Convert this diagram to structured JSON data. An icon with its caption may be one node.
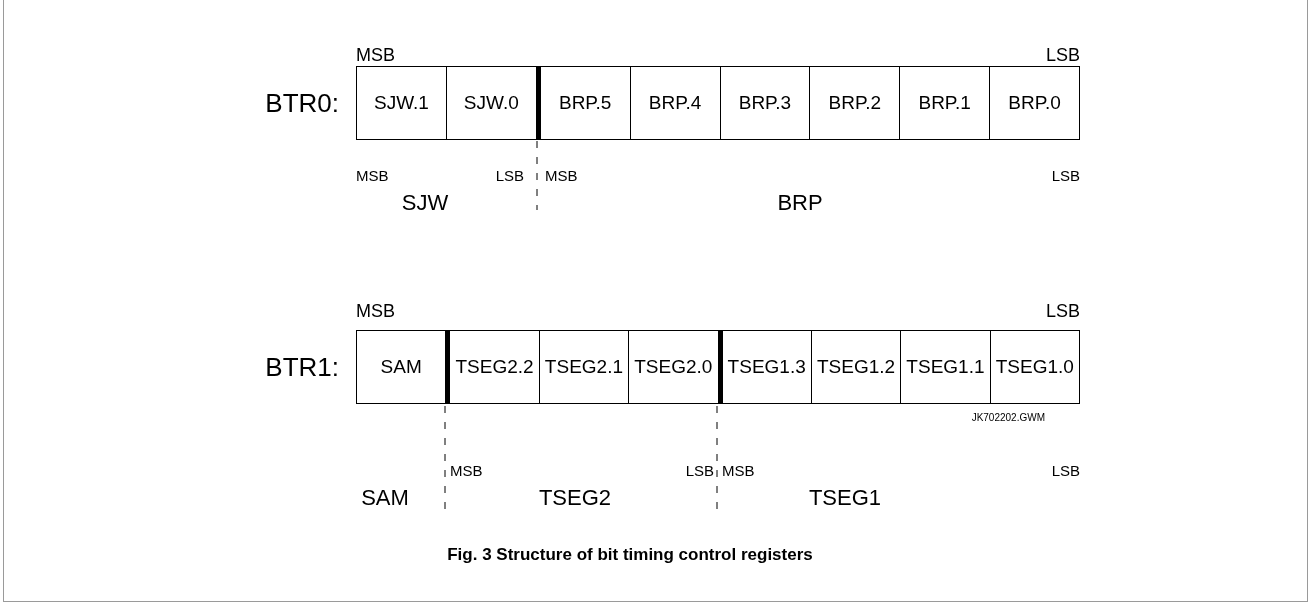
{
  "diagram": {
    "caption": "Fig. 3  Structure of bit timing control registers",
    "nodes": [
      {
        "text": [
          "BTR0:"
        ]
      },
      {
        "text": [
          "SJW.1"
        ],
        "in": 0
      },
      {
        "text": [
          "SJW.0"
        ],
        "in": 0
      },
      {
        "text": [
          "BRP.5"
        ],
        "in": 0
      },
      {
        "text": [
          "BRP.4"
        ],
        "in": 0
      },
      {
        "text": [
          "BRP.3"
        ],
        "in": 0
      },
      {
        "text": [
          "BRP.2"
        ],
        "in": 0
      },
      {
        "text": [
          "BRP.1"
        ],
        "in": 0
      },
      {
        "text": [
          "BRP.0"
        ],
        "in": 0
      },
      {
        "text": [
          "BTR1:"
        ]
      },
      {
        "text": [
          "SAM"
        ],
        "in": 9
      },
      {
        "text": [
          "TSEG2.2"
        ],
        "in": 9
      },
      {
        "text": [
          "TSEG2.1"
        ],
        "in": 9
      },
      {
        "text": [
          "TSEG2.0"
        ],
        "in": 9
      },
      {
        "text": [
          "TSEG1.3"
        ],
        "in": 9
      },
      {
        "text": [
          "TSEG1.2"
        ],
        "in": 9
      },
      {
        "text": [
          "TSEG1.1"
        ],
        "in": 9
      },
      {
        "text": [
          "TSEG1.0"
        ],
        "in": 9
      }
    ],
    "labels": [
      "MSB",
      "LSB",
      "MSB",
      "LSB",
      "MSB",
      "LSB",
      "SJW",
      "BRP",
      "MSB",
      "LSB",
      "JK702202.GWM",
      "MSB",
      "LSB",
      "MSB",
      "LSB",
      "SAM",
      "TSEG2",
      "TSEG1"
    ]
  }
}
